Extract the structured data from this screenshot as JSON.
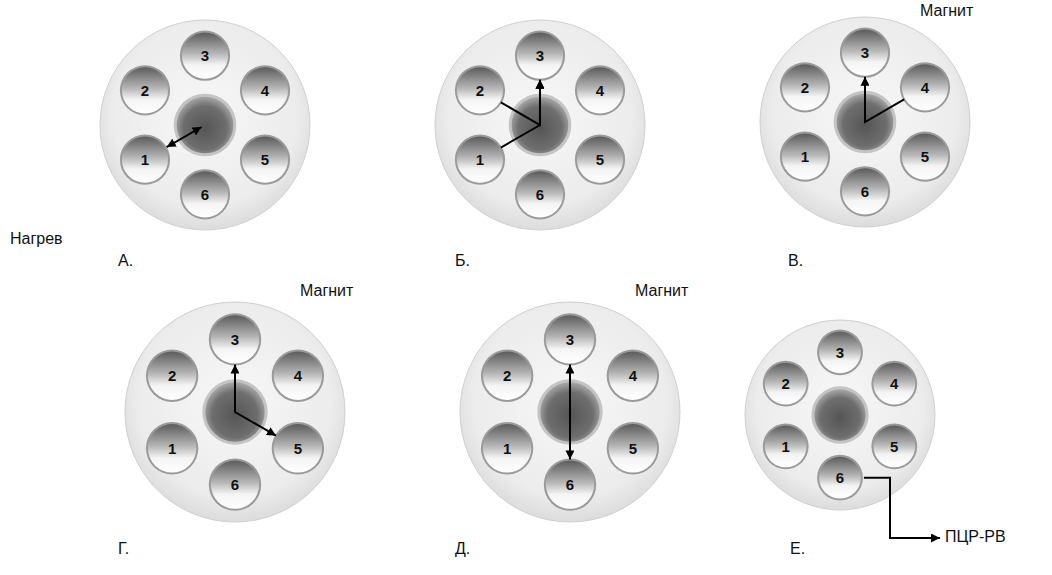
{
  "diagram": {
    "nodes": [
      {
        "text": [
          "А."
        ]
      },
      {
        "text": [
          "1"
        ],
        "in": 0
      },
      {
        "text": [
          "2"
        ],
        "in": 0
      },
      {
        "text": [
          "3"
        ],
        "in": 0
      },
      {
        "text": [
          "4"
        ],
        "in": 0
      },
      {
        "text": [
          "5"
        ],
        "in": 0
      },
      {
        "text": [
          "6"
        ],
        "in": 0
      },
      {
        "text": [
          "Б."
        ]
      },
      {
        "text": [
          "1"
        ],
        "in": 7
      },
      {
        "text": [
          "2"
        ],
        "in": 7
      },
      {
        "text": [
          "3"
        ],
        "in": 7
      },
      {
        "text": [
          "4"
        ],
        "in": 7
      },
      {
        "text": [
          "5"
        ],
        "in": 7
      },
      {
        "text": [
          "6"
        ],
        "in": 7
      },
      {
        "text": [
          "В."
        ]
      },
      {
        "text": [
          "1"
        ],
        "in": 14
      },
      {
        "text": [
          "2"
        ],
        "in": 14
      },
      {
        "text": [
          "3"
        ],
        "in": 14
      },
      {
        "text": [
          "4"
        ],
        "in": 14
      },
      {
        "text": [
          "5"
        ],
        "in": 14
      },
      {
        "text": [
          "6"
        ],
        "in": 14
      },
      {
        "text": [
          "Г."
        ]
      },
      {
        "text": [
          "1"
        ],
        "in": 21
      },
      {
        "text": [
          "2"
        ],
        "in": 21
      },
      {
        "text": [
          "3"
        ],
        "in": 21
      },
      {
        "text": [
          "4"
        ],
        "in": 21
      },
      {
        "text": [
          "5"
        ],
        "in": 21
      },
      {
        "text": [
          "6"
        ],
        "in": 21
      },
      {
        "text": [
          "Д."
        ]
      },
      {
        "text": [
          "1"
        ],
        "in": 28
      },
      {
        "text": [
          "2"
        ],
        "in": 28
      },
      {
        "text": [
          "3"
        ],
        "in": 28
      },
      {
        "text": [
          "4"
        ],
        "in": 28
      },
      {
        "text": [
          "5"
        ],
        "in": 28
      },
      {
        "text": [
          "6"
        ],
        "in": 28
      },
      {
        "text": [
          "Е."
        ]
      },
      {
        "text": [
          "1"
        ],
        "in": 35
      },
      {
        "text": [
          "2"
        ],
        "in": 35
      },
      {
        "text": [
          "3"
        ],
        "in": 35
      },
      {
        "text": [
          "4"
        ],
        "in": 35
      },
      {
        "text": [
          "5"
        ],
        "in": 35
      },
      {
        "text": [
          "6"
        ],
        "in": 35
      }
    ],
    "edges": [
      {
        "from": 8,
        "to": 10,
        "arrow": "to"
      },
      {
        "from": 9,
        "to": 10,
        "arrow": "to"
      },
      {
        "from": 18,
        "to": 17,
        "arrow": "to"
      },
      {
        "from": 24,
        "to": 26,
        "arrow": "both"
      },
      {
        "from": 31,
        "to": 34,
        "arrow": "both"
      }
    ],
    "labels": [
      "Нагрев",
      "Магнит",
      "Магнит",
      "Магнит",
      "ПЦР-РВ"
    ]
  }
}
